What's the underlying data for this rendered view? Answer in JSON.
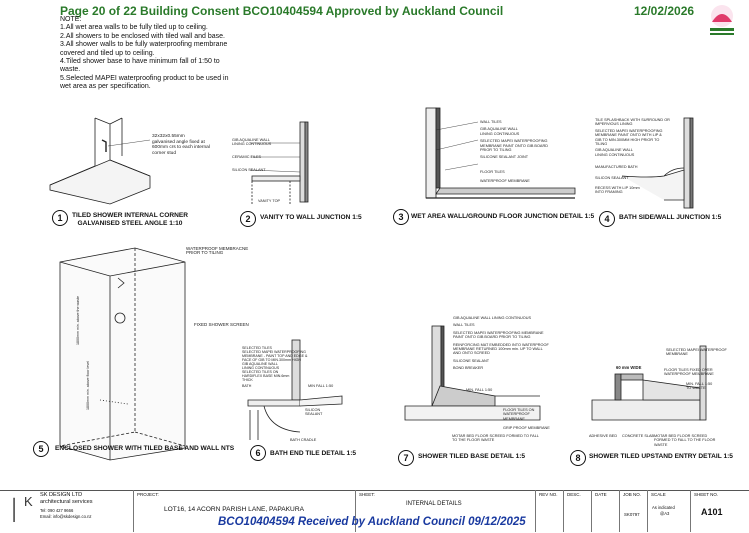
{
  "header": {
    "title": "Page 20 of 22   Building Consent BCO10404594 Approved by Auckland Council",
    "date": "12/02/2026"
  },
  "notes": {
    "heading": "NOTE:",
    "lines": [
      "1.All wet area walls to be fully tiled up to ceiling.",
      "2.All showers to be enclosed with tiled wall and base.",
      "3.All shower walls to be fully waterproofing membrane",
      "covered and tiled up to ceiling.",
      "4.Tiled shower base to have minimum fall of 1:50  to",
      "waste.",
      "5.Selected MAPEI waterproofing product to be used in",
      "wet area as per specification."
    ]
  },
  "details": [
    {
      "num": "1",
      "title": "TILED SHOWER INTERNAL CORNER",
      "title2": "GALVANISED STEEL ANGLE  1:10"
    },
    {
      "num": "2",
      "title": "VANITY TO WALL JUNCTION  1:5"
    },
    {
      "num": "3",
      "title": "WET AREA WALL/GROUND FLOOR JUNCTION DETAIL  1:5"
    },
    {
      "num": "4",
      "title": "BATH SIDE/WALL JUNCTION  1:5"
    },
    {
      "num": "5",
      "title": "ENCLOSED SHOWER WITH TILED BASE AND WALL NTS"
    },
    {
      "num": "6",
      "title": "BATH END TILE DETAIL  1:5"
    },
    {
      "num": "7",
      "title": "SHOWER TILED BASE DETAIL  1:5"
    },
    {
      "num": "8",
      "title": "SHOWER TILED UPSTAND ENTRY DETAIL  1:5"
    }
  ],
  "labels": {
    "angle": [
      "32x32x0.55mm",
      "galvanised angle fixed at",
      "600mm crs to each internal",
      "corner stud"
    ],
    "d2": [
      "GIB AQUALINE WALL",
      "LINING CONTINUOUS",
      "CERAMIC TILES",
      "SILICON SEALANT",
      "VANITY TOP"
    ],
    "d3": [
      "WALL TILES",
      "GIB AQUALINE WALL",
      "LINING CONTINUOUS",
      "SELECTED MAPEI WATERPROOFING",
      "MEMBRANE PAINT ONTO GIB BOARD",
      "PRIOR TO TILING",
      "SILICONE SEALANT JOINT",
      "FLOOR TILES",
      "WATERPROOF MEMBRANE"
    ],
    "d4": [
      "TILE SPLASHBACK WITH SURROUND OR",
      "IMPERVIOUS LINING",
      "SELECTED MAPEI WATERPROOFING",
      "MEMBRANE PAINT ONTO WITH LIP &",
      "GIB TO MIN.300MM HIGH PRIOR TO",
      "TILING",
      "GIB AQUALINE WALL",
      "LINING CONTINUOUS",
      "MANUFACTURED BATH",
      "SILICON SEALANT",
      "RECESS WITH LIP 10mm",
      "INTO FRAMING"
    ],
    "d5": [
      "WATERPROOF MEMBRACNE",
      "PRIOR TO TILING",
      "FIXED SHOWER SCREEN",
      "1800mm min. above the waste",
      "1800mm min. above floor level"
    ],
    "d6": [
      "SELECTED TILES",
      "SELECTED MAPEI WATERPROOFING",
      "MEMBRANE - PAINT TOP AND EDGE &",
      "FACE OF GIB TO MIN.300mm HIGH",
      "GIB AQUALINE WALL",
      "LINING CONTINUOUS",
      "SELECTED TILES ON",
      "HARDIFLEX BASE MIN.6mm",
      "THICK",
      "BATH",
      "MIN FALL 1:50",
      "SILICON",
      "SEALANT",
      "BATH CRADLE"
    ],
    "d7": [
      "GIB AQUALINE WALL LINING CONTINUOUS",
      "WALL TILES",
      "SELECTED MAPEI WATERPROOFING MEMBRANE",
      "PAINT ONTO GIB BOARD PRIOR TO TILING",
      "REINFORCING MAT EMBEDDED INTO WATERPROOF",
      "MEMBRANE RETURNED 100mm min. UP TO WALL",
      "AND ONTO SCREED",
      "SILICONE SEALANT",
      "BOND BREAKER",
      "MIN. FALL 1:50",
      "FLOOR TILES ON",
      "WATERPROOF",
      "MEMBRANE",
      "GRIP PROOF MEMBRANE",
      "MOTAR BED FLOOR SCREED FORMED TO FALL",
      "TO THE FLOOR WASTE"
    ],
    "d8": [
      "SELECTED MAPEI WATERPROOF",
      "MEMBRANE",
      "60 mm  WIDE",
      "FLOOR TILES FIXED OVER",
      "WATERPROOF MEMBRANE",
      "MIN. FALL 1:50",
      "TO WASTE",
      "ADHESIVE BED",
      "CONCRETE SLAB",
      "MOTAR BED FLOOR SCREED",
      "FORMED TO FALL TO THE FLOOR",
      "WASTE"
    ]
  },
  "title_block": {
    "firm_name": "SK DESIGN LTD",
    "firm_sub": "architectural services",
    "tel": "Tel: 090 427 9666",
    "email": "Email: info@skdesign.co.nz",
    "project_label": "PROJECT:",
    "project": "LOT16, 14 ACORN PARISH LANE, PAPAKURA",
    "sheet_label": "SHEET:",
    "sheet": "INTERNAL DETAILS",
    "cols": [
      "REV NO.",
      "DESC.",
      "DATE",
      "JOB NO.",
      "SCALE",
      "SHEET NO."
    ],
    "job_no": "SK0797",
    "scale": "As indicated",
    "scale2": "@A3",
    "sheet_no": "A101"
  },
  "received": "BCO10404594 Received by Auckland Council 09/12/2025"
}
